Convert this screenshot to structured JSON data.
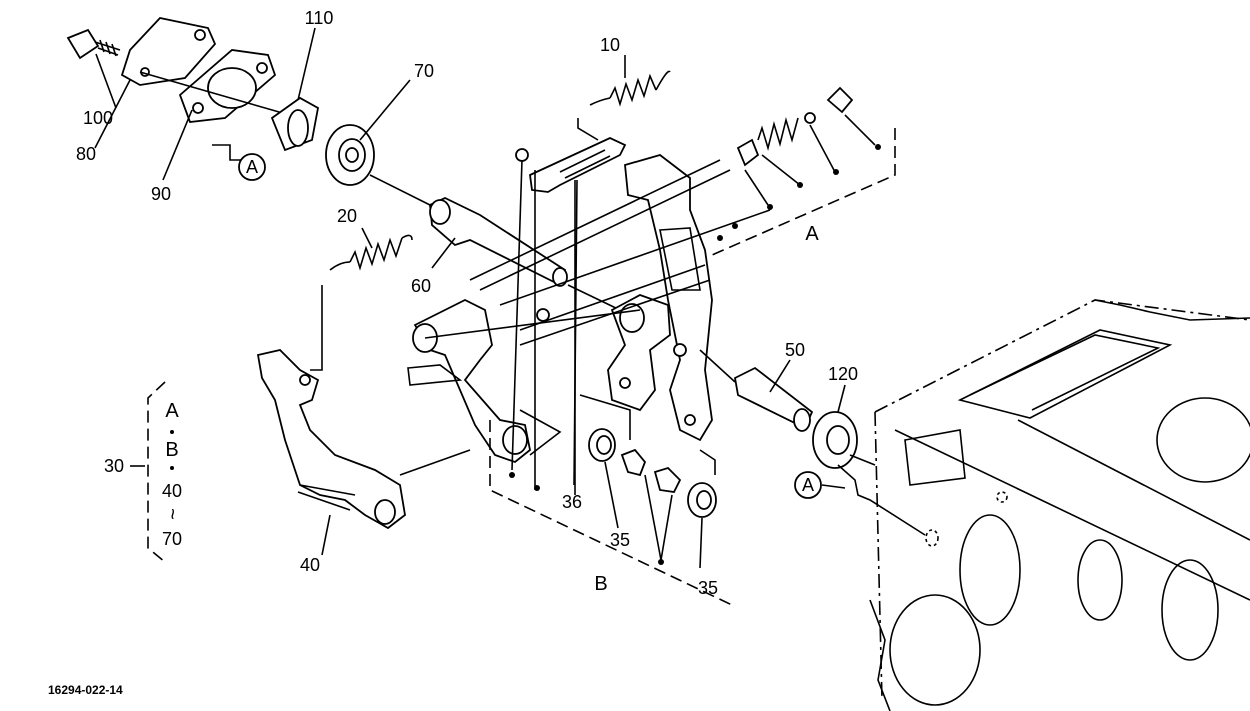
{
  "diagram": {
    "drawing_code": "16294-022-14",
    "callouts": {
      "p10": "10",
      "p20": "20",
      "p30": "30",
      "p35a": "35",
      "p35b": "35",
      "p36": "36",
      "p40": "40",
      "p50": "50",
      "p60": "60",
      "p70": "70",
      "p80": "80",
      "p90": "90",
      "p100": "100",
      "p110": "110",
      "p120": "120"
    },
    "group_labels": {
      "A": "A",
      "B": "B",
      "A_circle_1": "A",
      "A_circle_2": "A"
    },
    "assembly_bracket": {
      "line1": "A",
      "line2": "B",
      "line3": "40",
      "tilde": "~",
      "line4": "70"
    }
  }
}
